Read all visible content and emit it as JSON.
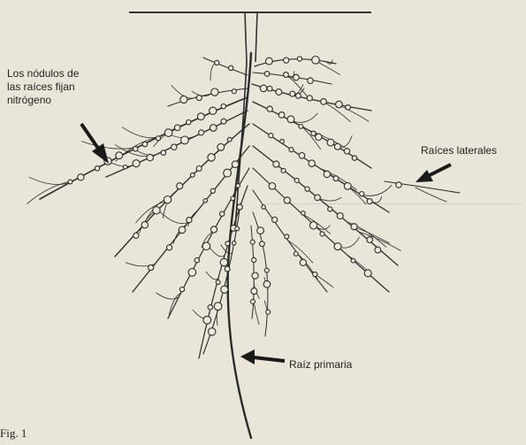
{
  "labels": {
    "nodules": [
      "Los nódulos de",
      "las raíces fijan",
      "nitrógeno"
    ],
    "lateral_roots": "Raíces laterales",
    "primary_root": "Raíz primaria"
  },
  "figure_label": "Fig. 1"
}
